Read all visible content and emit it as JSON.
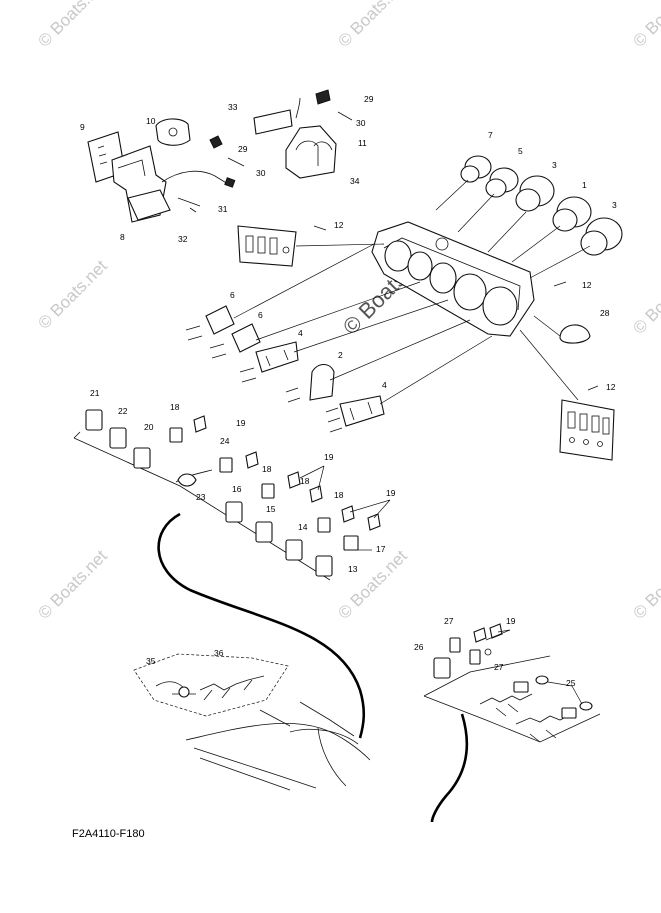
{
  "watermark": "© Boats.net",
  "figure_code": "F2A4110-F180",
  "callouts": {
    "c1": "1",
    "c2": "2",
    "c3": "3",
    "c4": "4",
    "c5": "5",
    "c6": "6",
    "c7": "7",
    "c8": "8",
    "c9": "9",
    "c10": "10",
    "c11": "11",
    "c12": "12",
    "c13": "13",
    "c14": "14",
    "c15": "15",
    "c16": "16",
    "c17": "17",
    "c18": "18",
    "c19": "19",
    "c20": "20",
    "c21": "21",
    "c22": "22",
    "c23": "23",
    "c24": "24",
    "c25": "25",
    "c26": "26",
    "c27": "27",
    "c28": "28",
    "c29": "29",
    "c30": "30",
    "c31": "31",
    "c32": "32",
    "c33": "33",
    "c34": "34",
    "c35": "35",
    "c36": "36"
  }
}
